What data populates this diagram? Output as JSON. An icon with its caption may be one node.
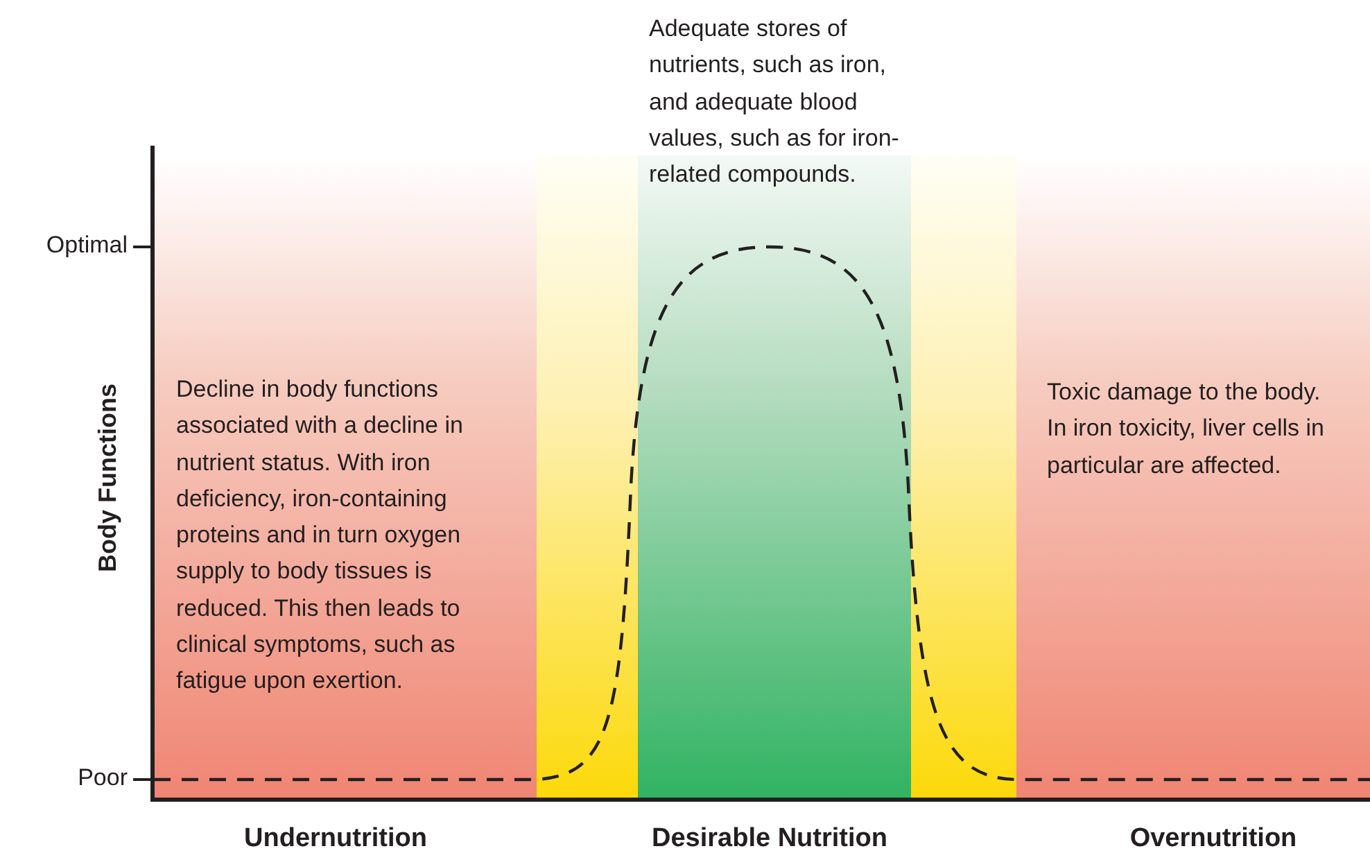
{
  "diagram": {
    "labels": [
      "Adequate stores of nutrients, such as iron, and adequate blood values, such as for iron-related compounds.",
      "Optimal",
      "Body Functions",
      "Decline in body functions associated with a decline in nutrient status. With iron deficiency, iron-containing proteins and in turn oxygen supply to body tissues is reduced. This then leads to clinical symptoms, such as fatigue upon exertion.",
      "Toxic damage to the body. In iron toxicity, liver cells in particular are affected.",
      "Poor",
      "Undernutrition",
      "Desirable Nutrition",
      "Overnutrition"
    ]
  }
}
